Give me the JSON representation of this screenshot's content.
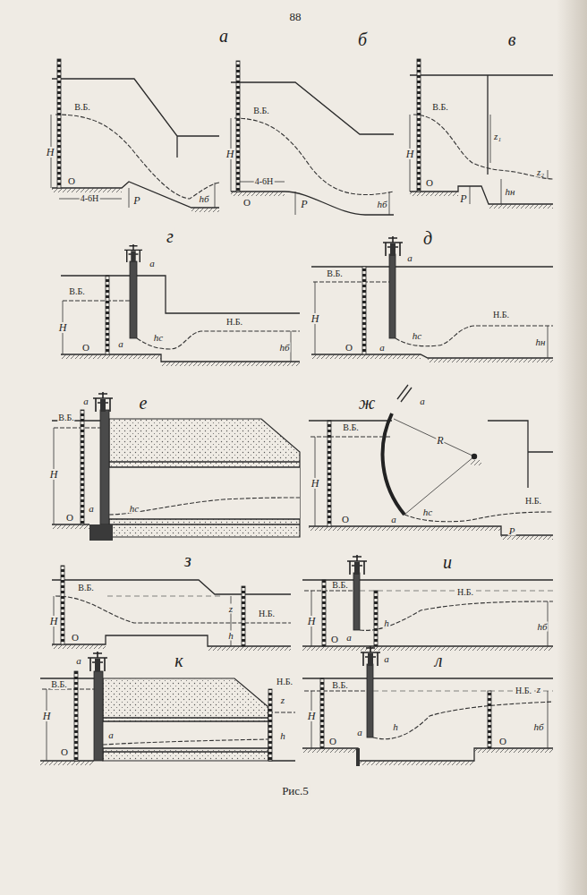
{
  "diagram": {
    "caption": "Рис.5",
    "labels": [
      "88",
      "а",
      "В.Б.",
      "H",
      "O",
      "4-6H",
      "P",
      "hб",
      "б",
      "В.Б.",
      "H",
      "4-6H",
      "O",
      "P",
      "hб",
      "в",
      "В.Б.",
      "H",
      "O",
      "z₁",
      "z₂",
      "P",
      "hн",
      "г",
      "В.Б.",
      "a",
      "H",
      "a",
      "O",
      "hc",
      "Н.Б.",
      "hб",
      "д",
      "В.Б.",
      "a",
      "H",
      "O",
      "a",
      "hc",
      "Н.Б.",
      "hн",
      "е",
      "В.Б.",
      "a",
      "H",
      "O",
      "a",
      "hc",
      "ж",
      "В.Б.",
      "a",
      "R",
      "H",
      "O",
      "a",
      "hc",
      "Н.Б.",
      "P",
      "з",
      "В.Б.",
      "H",
      "O",
      "z",
      "Н.Б.",
      "h",
      "и",
      "В.Б.",
      "H",
      "O",
      "a",
      "h",
      "Н.Б.",
      "hб",
      "к",
      "В.Б.",
      "a",
      "H",
      "O",
      "a",
      "z",
      "h",
      "Н.Б.",
      "л",
      "В.Б.",
      "a",
      "H",
      "O",
      "a",
      "h",
      "Н.Б.",
      "z",
      "hб",
      "O"
    ]
  }
}
